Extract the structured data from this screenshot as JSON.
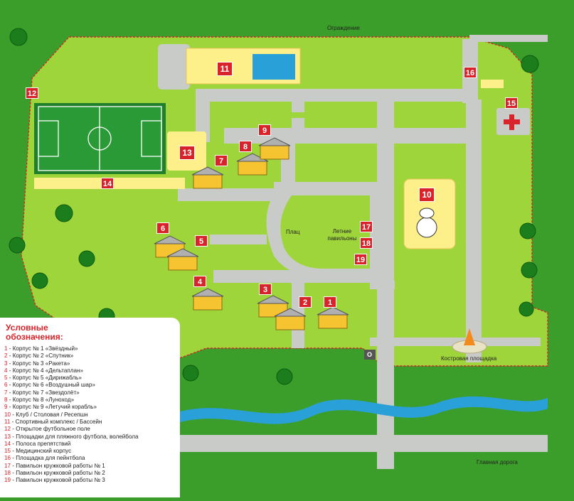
{
  "map": {
    "labels": {
      "fence": "Ограждение",
      "square": "Плац",
      "summer_pavilions": "Летние павильоны",
      "campfire": "Костровая площадка",
      "main_road": "Главная дорога",
      "gate": "О"
    },
    "markers": [
      {
        "id": "11",
        "label": "11"
      },
      {
        "id": "12",
        "label": "12"
      },
      {
        "id": "13",
        "label": "13"
      },
      {
        "id": "14",
        "label": "14"
      },
      {
        "id": "15",
        "label": "15"
      },
      {
        "id": "16",
        "label": "16"
      },
      {
        "id": "10",
        "label": "10"
      },
      {
        "id": "9",
        "label": "9"
      },
      {
        "id": "8",
        "label": "8"
      },
      {
        "id": "7",
        "label": "7"
      },
      {
        "id": "6",
        "label": "6"
      },
      {
        "id": "5",
        "label": "5"
      },
      {
        "id": "4",
        "label": "4"
      },
      {
        "id": "3",
        "label": "3"
      },
      {
        "id": "2",
        "label": "2"
      },
      {
        "id": "1",
        "label": "1"
      },
      {
        "id": "17",
        "label": "17"
      },
      {
        "id": "18",
        "label": "18"
      },
      {
        "id": "19",
        "label": "19"
      }
    ],
    "colors": {
      "grass_outer": "#3c9e2a",
      "grass_inner": "#9ed53a",
      "road": "#c9cbc8",
      "water": "#2aa0d8",
      "marker": "#d8232a",
      "sand": "#fdf08a"
    }
  },
  "legend": {
    "title_line1": "Условные",
    "title_line2": "обозначения:",
    "items": [
      {
        "n": "1",
        "text": " - Корпус № 1 «Звёздный»"
      },
      {
        "n": "2",
        "text": " - Корпус № 2 «Спутник»"
      },
      {
        "n": "3",
        "text": " - Корпус № 3 «Ракета»"
      },
      {
        "n": "4",
        "text": " - Корпус № 4 «Дельтаплан»"
      },
      {
        "n": "5",
        "text": " - Корпус № 5 «Дирижабль»"
      },
      {
        "n": "6",
        "text": " - Корпус № 6 «Воздушный шар»"
      },
      {
        "n": "7",
        "text": " - Корпус № 7 «Звездолёт»"
      },
      {
        "n": "8",
        "text": " - Корпус № 8 «Луноход»"
      },
      {
        "n": "9",
        "text": " - Корпус № 9 «Летучий корабль»"
      },
      {
        "n": "10",
        "text": " - Клуб / Столовая / Ресепшн"
      },
      {
        "n": "11",
        "text": " - Спортивный комплекс / Бассейн"
      },
      {
        "n": "12",
        "text": " - Открытое футбольное поле"
      },
      {
        "n": "13",
        "text": " - Площадки для пляжного футбола, волейбола"
      },
      {
        "n": "14",
        "text": " - Полоса препятствий"
      },
      {
        "n": "15",
        "text": " - Медицинский корпус"
      },
      {
        "n": "16",
        "text": " - Площадка для пейнтбола"
      },
      {
        "n": "17",
        "text": " - Павильон кружковой работы № 1"
      },
      {
        "n": "18",
        "text": " - Павильон кружковой работы № 2"
      },
      {
        "n": "19",
        "text": " - Павильон кружковой работы № 3"
      }
    ]
  }
}
